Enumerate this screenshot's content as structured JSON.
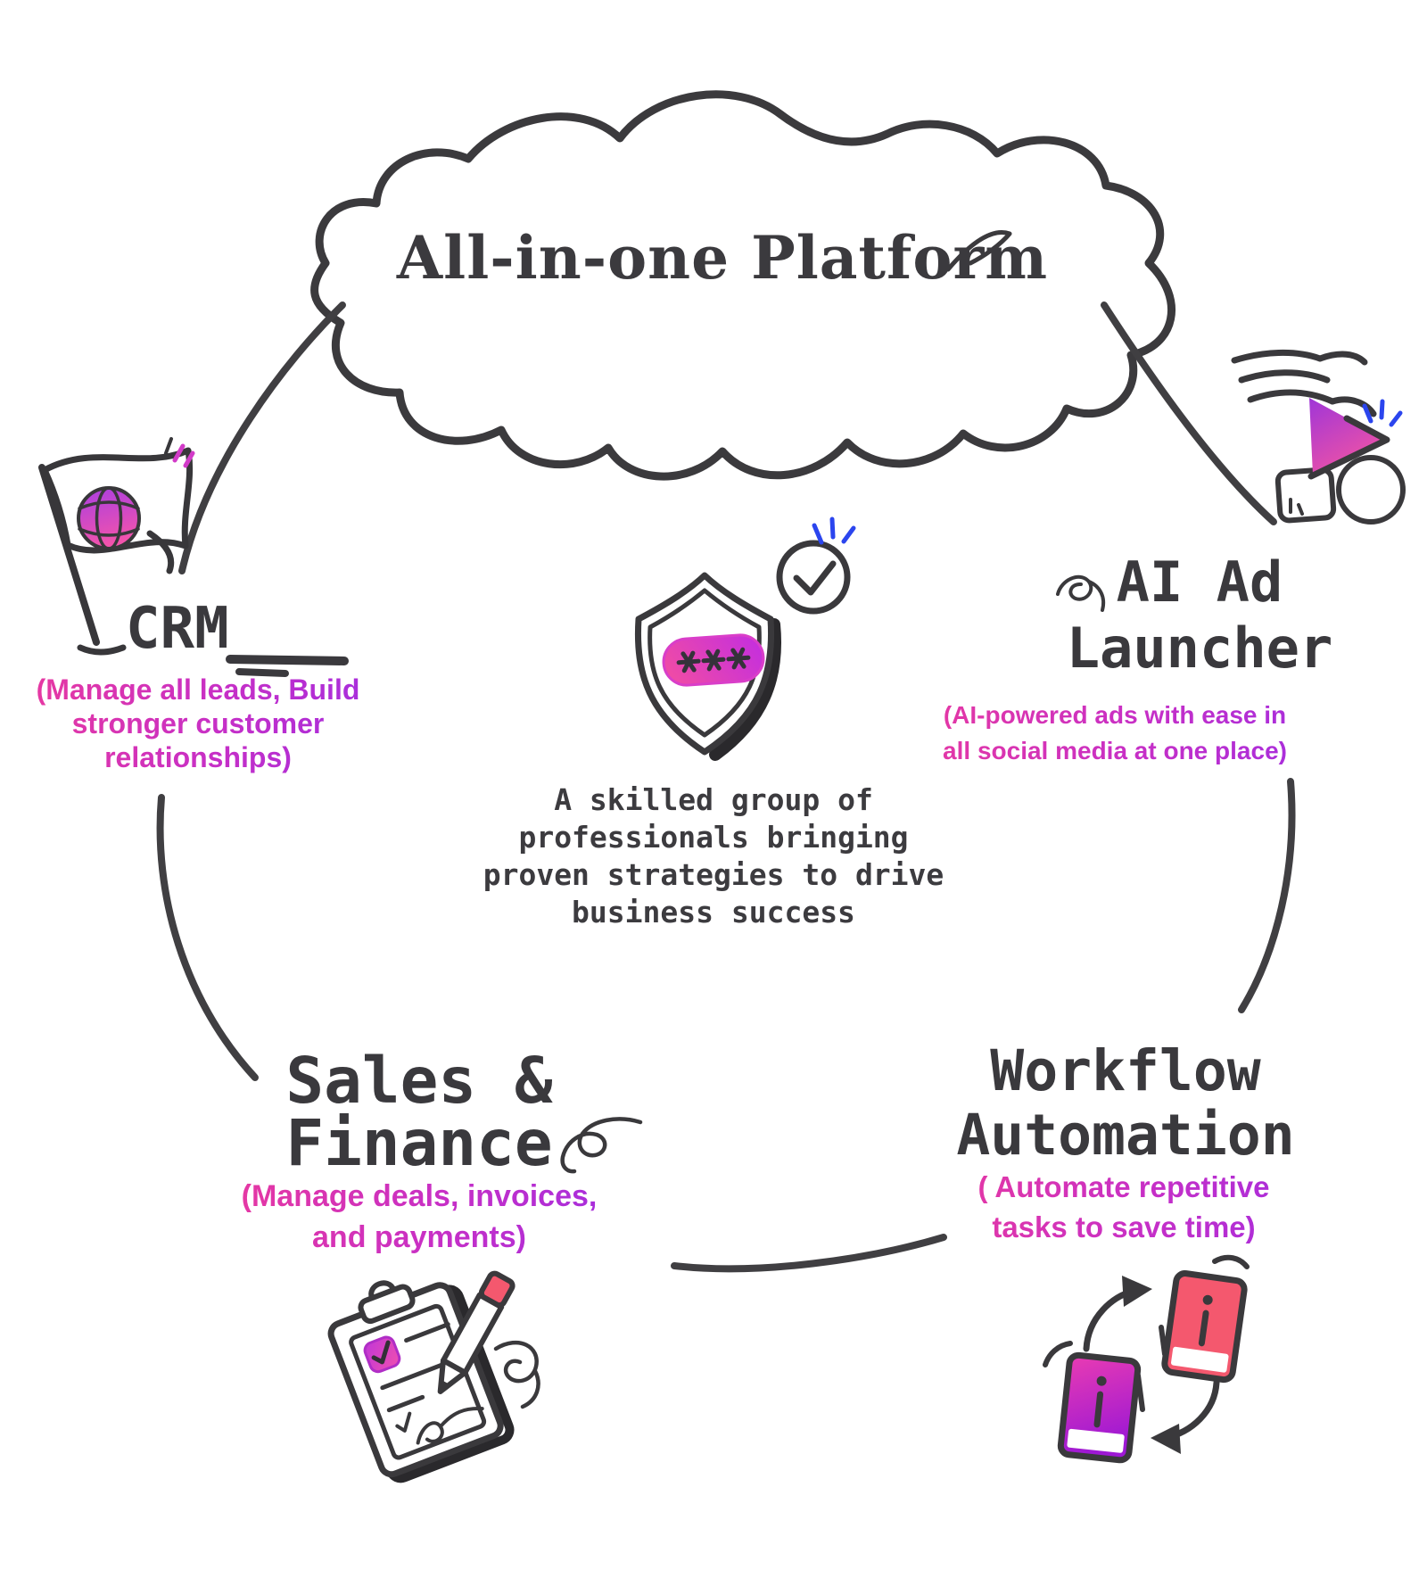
{
  "title": "All-in-one Platform",
  "center": {
    "lines": [
      "A skilled group of",
      "professionals bringing",
      "proven strategies to drive",
      "business success"
    ],
    "password_mask": "***"
  },
  "sections": {
    "crm": {
      "title": "CRM",
      "subtitle_lines": [
        "(Manage all leads, Build",
        "stronger customer",
        "relationships)"
      ]
    },
    "ai_ad_launcher": {
      "title_lines": [
        "AI Ad",
        "Launcher"
      ],
      "subtitle_lines": [
        "(AI-powered ads with ease in",
        "all social media at one place)"
      ]
    },
    "sales_finance": {
      "title_lines": [
        "Sales &",
        "Finance"
      ],
      "subtitle_lines": [
        "(Manage deals, invoices,",
        "and payments)"
      ]
    },
    "workflow_automation": {
      "title_lines": [
        "Workflow",
        "Automation"
      ],
      "subtitle_lines": [
        "( Automate repetitive",
        "tasks to save time)"
      ]
    }
  },
  "icons": {
    "center": "shield-password-icon",
    "center_badge": "check-circle-icon",
    "crm": "flag-globe-icon",
    "ai_ad_launcher": "hand-launch-triangle-icon",
    "sales_finance": "clipboard-pencil-icon",
    "workflow_automation": "phones-sync-icon"
  },
  "colors": {
    "ink": "#3a393c",
    "magenta_text": "#c72fc6",
    "gradient_pink": "#ef4fa8",
    "gradient_purple": "#a32ee0",
    "sparkle_blue": "#2b45ee",
    "accent_red": "#f4586e",
    "deep_purple": "#9d18d4",
    "background": "#ffffff"
  }
}
